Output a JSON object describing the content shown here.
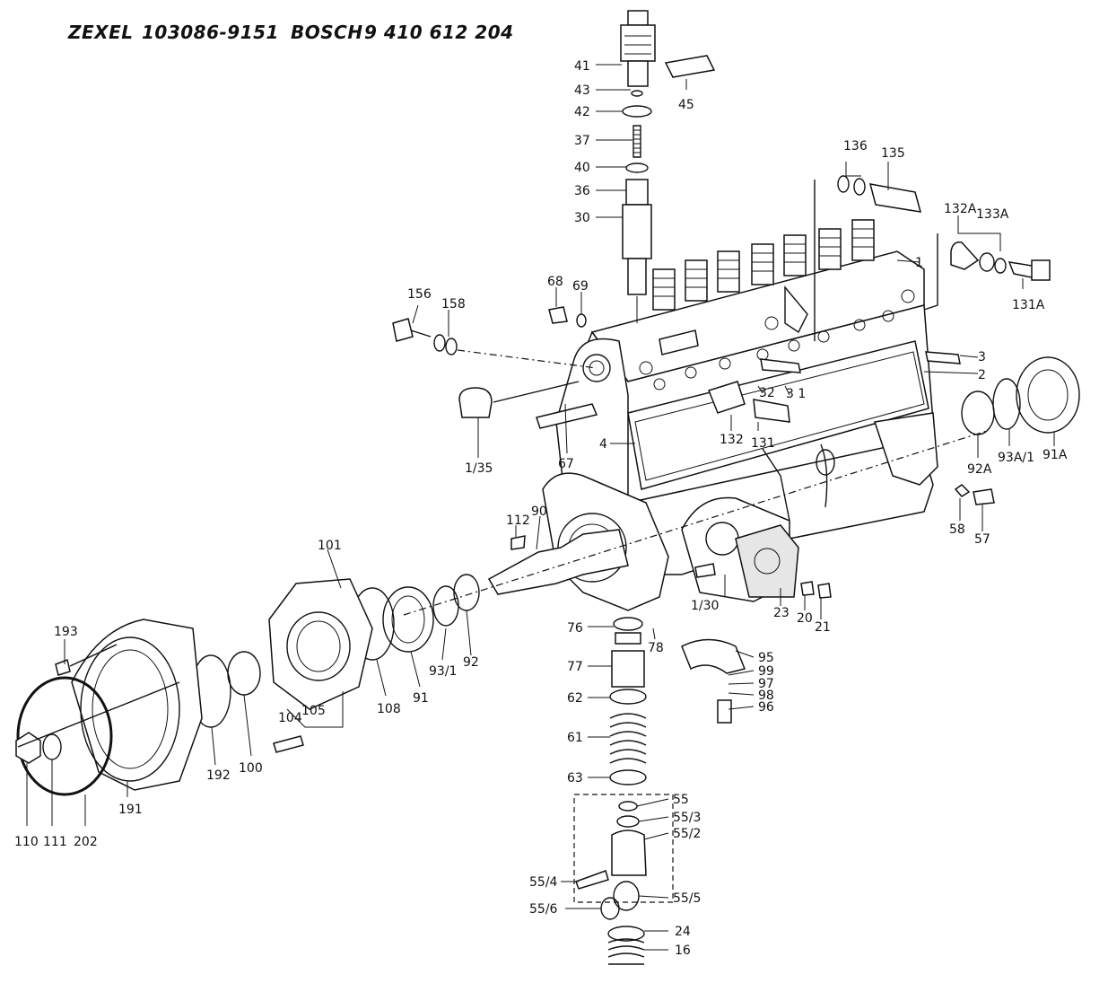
{
  "header": {
    "brand1": "ZEXEL",
    "code1": "103086-9151",
    "brand2": "BOSCH",
    "code2": "9 410 612 204"
  },
  "labels": [
    {
      "id": "41",
      "text": "41"
    },
    {
      "id": "43",
      "text": "43"
    },
    {
      "id": "42",
      "text": "42"
    },
    {
      "id": "37",
      "text": "37"
    },
    {
      "id": "40",
      "text": "40"
    },
    {
      "id": "36",
      "text": "36"
    },
    {
      "id": "30",
      "text": "30"
    },
    {
      "id": "45",
      "text": "45"
    },
    {
      "id": "136",
      "text": "136"
    },
    {
      "id": "135",
      "text": "135"
    },
    {
      "id": "132A",
      "text": "132A"
    },
    {
      "id": "133A",
      "text": "133A"
    },
    {
      "id": "1",
      "text": "1"
    },
    {
      "id": "131A",
      "text": "131A"
    },
    {
      "id": "68",
      "text": "68"
    },
    {
      "id": "69",
      "text": "69"
    },
    {
      "id": "156",
      "text": "156"
    },
    {
      "id": "158",
      "text": "158"
    },
    {
      "id": "3",
      "text": "3"
    },
    {
      "id": "2",
      "text": "2"
    },
    {
      "id": "32",
      "text": "32"
    },
    {
      "id": "31",
      "text": "3 1"
    },
    {
      "id": "1_35",
      "text": "1/35"
    },
    {
      "id": "67",
      "text": "67"
    },
    {
      "id": "4",
      "text": "4"
    },
    {
      "id": "132",
      "text": "132"
    },
    {
      "id": "131",
      "text": "131"
    },
    {
      "id": "92A",
      "text": "92A"
    },
    {
      "id": "93A_1",
      "text": "93A/1"
    },
    {
      "id": "91A",
      "text": "91A"
    },
    {
      "id": "58",
      "text": "58"
    },
    {
      "id": "57",
      "text": "57"
    },
    {
      "id": "112",
      "text": "112"
    },
    {
      "id": "90",
      "text": "90"
    },
    {
      "id": "101",
      "text": "101"
    },
    {
      "id": "1_30",
      "text": "1/30"
    },
    {
      "id": "23",
      "text": "23"
    },
    {
      "id": "20",
      "text": "20"
    },
    {
      "id": "21",
      "text": "21"
    },
    {
      "id": "193",
      "text": "193"
    },
    {
      "id": "76",
      "text": "76"
    },
    {
      "id": "78",
      "text": "78"
    },
    {
      "id": "95",
      "text": "95"
    },
    {
      "id": "99",
      "text": "99"
    },
    {
      "id": "97",
      "text": "97"
    },
    {
      "id": "98",
      "text": "98"
    },
    {
      "id": "96",
      "text": "96"
    },
    {
      "id": "77",
      "text": "77"
    },
    {
      "id": "62",
      "text": "62"
    },
    {
      "id": "61",
      "text": "61"
    },
    {
      "id": "63",
      "text": "63"
    },
    {
      "id": "55",
      "text": "55"
    },
    {
      "id": "55_3",
      "text": "55/3"
    },
    {
      "id": "55_2",
      "text": "55/2"
    },
    {
      "id": "55_4",
      "text": "55/4"
    },
    {
      "id": "55_5",
      "text": "55/5"
    },
    {
      "id": "55_6",
      "text": "55/6"
    },
    {
      "id": "24",
      "text": "24"
    },
    {
      "id": "16",
      "text": "16"
    },
    {
      "id": "92",
      "text": "92"
    },
    {
      "id": "93_1",
      "text": "93/1"
    },
    {
      "id": "91",
      "text": "91"
    },
    {
      "id": "108",
      "text": "108"
    },
    {
      "id": "104",
      "text": "104"
    },
    {
      "id": "105",
      "text": "105"
    },
    {
      "id": "100",
      "text": "100"
    },
    {
      "id": "192",
      "text": "192"
    },
    {
      "id": "191",
      "text": "191"
    },
    {
      "id": "110",
      "text": "110"
    },
    {
      "id": "111",
      "text": "111"
    },
    {
      "id": "202",
      "text": "202"
    }
  ]
}
